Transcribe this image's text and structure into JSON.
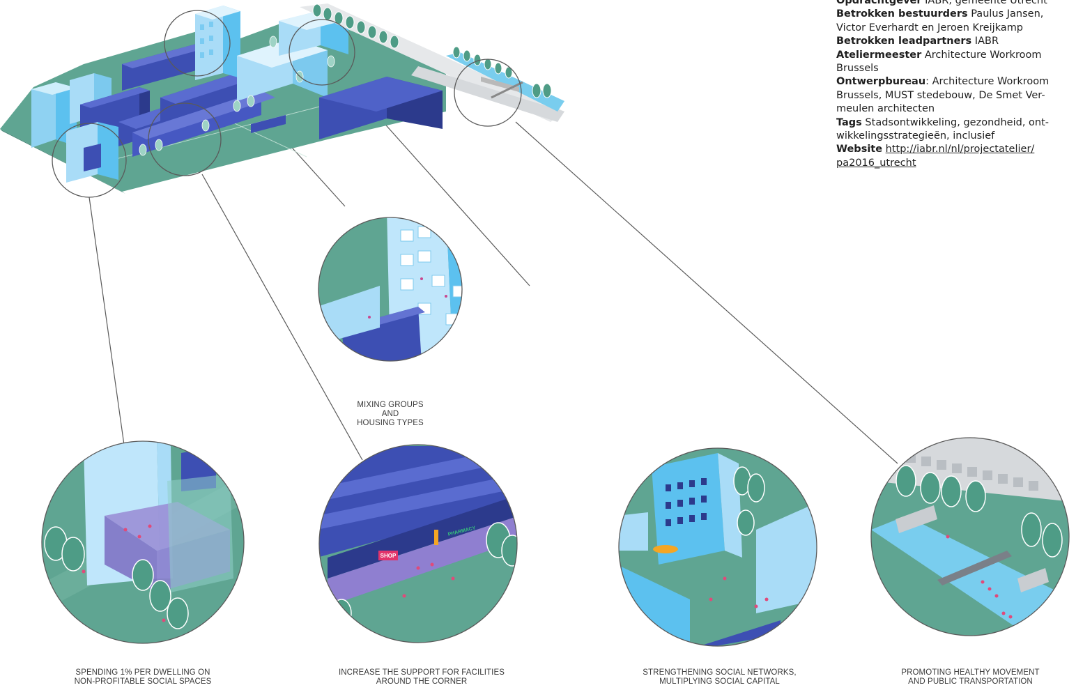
{
  "project_info": {
    "opdrachtgever": {
      "label": "Opdrachtgever",
      "value": " IABR, gemeente Utrecht"
    },
    "bestuurders": {
      "label": "Betrokken bestuurders",
      "value": " Paulus Jansen,",
      "value2": "Victor Everhardt en Jeroen Kreijkamp"
    },
    "leadpartners": {
      "label": "Betrokken leadpartners",
      "value": " IABR"
    },
    "ateliermeester": {
      "label": "Ateliermeester",
      "value": " Architecture Workroom",
      "value2": "Brussels"
    },
    "ontwerpbureau": {
      "label": "Ontwerpbureau",
      "value": ": Architecture Workroom",
      "value2": "Brussels, MUST stedebouw, De Smet Ver-",
      "value3": "meulen architecten"
    },
    "tags": {
      "label": "Tags",
      "value": " Stadsontwikkeling, gezondheid, ont-",
      "value2": "wikkelingsstrategieën, inclusief"
    },
    "website": {
      "label": "Website",
      "url1": "http://iabr.nl/nl/projectatelier/",
      "url2": "pa2016_utrecht"
    }
  },
  "captions": {
    "mixing": {
      "line1": "MIXING GROUPS AND",
      "line2": "HOUSING TYPES"
    },
    "spending": {
      "line1": "SPENDING 1% PER DWELLING ON",
      "line2": "NON-PROFITABLE SOCIAL SPACES"
    },
    "support": {
      "line1": "INCREASE THE SUPPORT FOR FACILITIES",
      "line2": "AROUND THE CORNER"
    },
    "networks": {
      "line1": "STRENGTHENING SOCIAL NETWORKS,",
      "line2": "MULTIPLYING SOCIAL CAPITAL"
    },
    "movement": {
      "line1": "PROMOTING HEALTHY MOVEMENT",
      "line2": "AND PUBLIC TRANSPORTATION"
    }
  },
  "signs": {
    "shop": "SHOP",
    "pharmacy": "PHARMACY"
  },
  "colors": {
    "ground_green": "#5fa592",
    "tree_green": "#4e9c86",
    "light_blue": "#a9dcf7",
    "sky_blue": "#5cc1ef",
    "navy": "#3d4fb3",
    "dark_navy": "#2c3a8c",
    "purple": "#9a8fd6",
    "water": "#79cdee",
    "line": "#5a5a5a"
  }
}
